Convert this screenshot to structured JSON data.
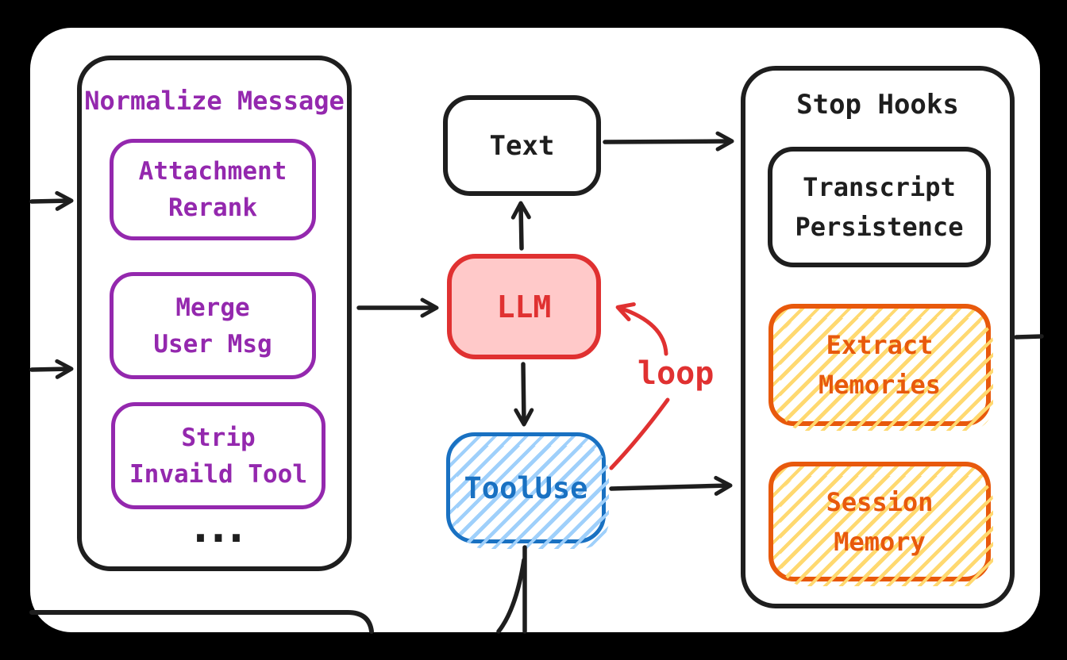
{
  "diagram": {
    "normalize": {
      "title": "Normalize Message",
      "boxes": [
        {
          "line1": "Attachment",
          "line2": "Rerank"
        },
        {
          "line1": "Merge",
          "line2": "User Msg"
        },
        {
          "line1": "Strip",
          "line2": "Invaild Tool"
        }
      ],
      "ellipsis": "..."
    },
    "center": {
      "text_box": "Text",
      "llm": "LLM",
      "tool_use": "ToolUse",
      "loop": "loop"
    },
    "stop_hooks": {
      "title": "Stop Hooks",
      "boxes": [
        {
          "line1": "Transcript",
          "line2": "Persistence"
        },
        {
          "line1": "Extract",
          "line2": "Memories"
        },
        {
          "line1": "Session",
          "line2": "Memory"
        }
      ]
    },
    "colors": {
      "frame": "#000000",
      "canvas": "#ffffff",
      "stroke_black": "#1e1e1e",
      "purple": "#9428ae",
      "red": "#e03131",
      "red_fill": "#ffc9c9",
      "blue": "#1971c2",
      "blue_hatch": "#9fd0fb",
      "orange": "#e8590c",
      "orange_hatch": "#ffd970"
    }
  }
}
